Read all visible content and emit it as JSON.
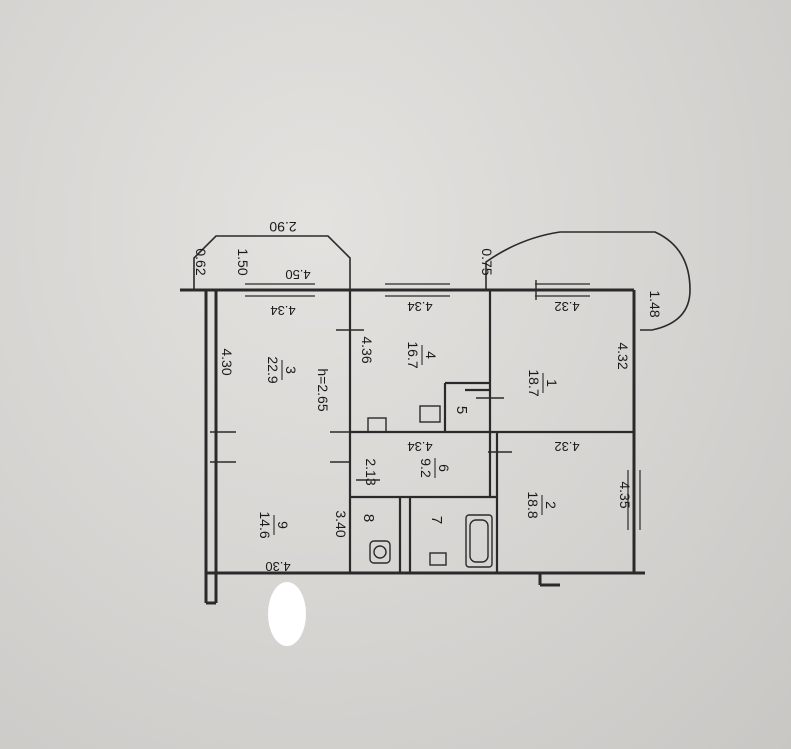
{
  "rooms": [
    {
      "number": "1",
      "area": "18.7"
    },
    {
      "number": "2",
      "area": "18.8"
    },
    {
      "number": "3",
      "area": "22.9"
    },
    {
      "number": "4",
      "area": "16.7"
    },
    {
      "number": "5",
      "area": ""
    },
    {
      "number": "6",
      "area": "9.2"
    },
    {
      "number": "7",
      "area": ""
    },
    {
      "number": "8",
      "area": ""
    },
    {
      "number": "9",
      "area": "14.6"
    }
  ],
  "dimensions": {
    "balcony_top_width": "2.90",
    "balcony_top_depth": "1.50",
    "balcony_top_wall": "4.50",
    "wall_top_left": "0.62",
    "balcony_right_offset": "0.75",
    "balcony_right_depth": "1.48",
    "room3_length": "4.34",
    "room3_width": "4.30",
    "ceiling_height": "h=2.65",
    "room4_length": "4.34",
    "room4_width": "4.36",
    "room1_length": "4.32",
    "room1_width": "4.32",
    "room6_length": "4.34",
    "room6_width": "2.13",
    "room2_length": "4.32",
    "room2_width": "4.35",
    "room9_width": "3.40",
    "room9_length": "4.30"
  },
  "colors": {
    "line": "#2a2a2a",
    "paper": "#dcdad7",
    "redaction": "#ffffff"
  }
}
